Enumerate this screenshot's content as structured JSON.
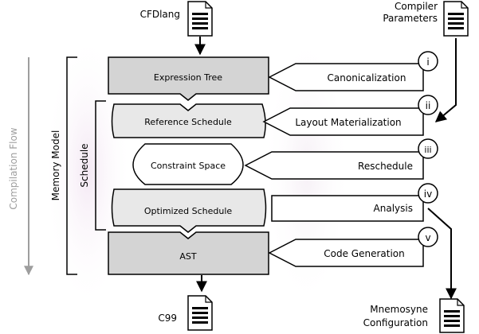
{
  "inputs": {
    "source": "CFDlang",
    "params_line1": "Compiler",
    "params_line2": "Parameters"
  },
  "outputs": {
    "code": "C99",
    "config_line1": "Mnemosyne",
    "config_line2": "Configuration"
  },
  "labels": {
    "flow": "Compilation Flow",
    "memory_model": "Memory Model",
    "schedule": "Schedule"
  },
  "stages": [
    {
      "label": "Expression Tree"
    },
    {
      "label": "Reference Schedule"
    },
    {
      "label": "Constraint Space"
    },
    {
      "label": "Optimized Schedule"
    },
    {
      "label": "AST"
    }
  ],
  "passes": [
    {
      "num": "i",
      "label": "Canonicalization"
    },
    {
      "num": "ii",
      "label": "Layout Materialization"
    },
    {
      "num": "iii",
      "label": "Reschedule"
    },
    {
      "num": "iv",
      "label": "Analysis"
    },
    {
      "num": "v",
      "label": "Code Generation"
    }
  ],
  "colors": {
    "dark_stage": "#d4d4d4",
    "light_stage": "#e8e8e8",
    "white_stage": "#ffffff",
    "flow_arrow": "#9e9e9e",
    "glow": "#f6eef6",
    "stroke": "#000000"
  }
}
